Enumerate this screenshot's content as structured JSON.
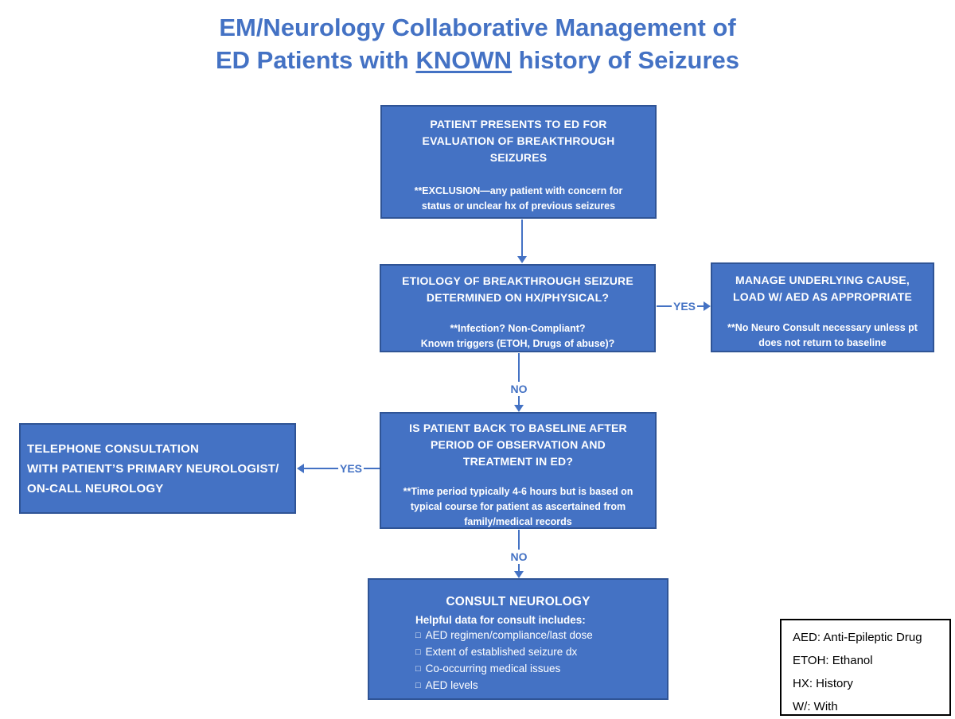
{
  "title": {
    "line1": "EM/Neurology Collaborative Management of",
    "line2_prefix": "ED Patients with ",
    "line2_underline": "KNOWN",
    "line2_suffix": " history of Seizures"
  },
  "boxes": {
    "presentation": {
      "heading": "PATIENT PRESENTS TO ED FOR EVALUATION OF BREAKTHROUGH SEIZURES",
      "note": "**EXCLUSION—any patient with concern for status or unclear hx of previous seizures"
    },
    "etiology": {
      "heading": "ETIOLOGY OF BREAKTHROUGH SEIZURE DETERMINED ON HX/PHYSICAL?",
      "note_line1": "**Infection?  Non-Compliant?",
      "note_line2": "Known triggers (ETOH, Drugs of abuse)?"
    },
    "manage": {
      "heading": "MANAGE UNDERLYING CAUSE, LOAD W/ AED AS APPROPRIATE",
      "note": "**No Neuro Consult necessary unless pt does not return to baseline"
    },
    "baseline": {
      "heading": "IS PATIENT BACK TO BASELINE AFTER PERIOD OF OBSERVATION AND TREATMENT IN ED?",
      "note": "**Time period typically 4-6 hours but is based on typical course for patient as ascertained from family/medical records"
    },
    "telephone": {
      "line1": "TELEPHONE CONSULTATION",
      "line2": "WITH PATIENT’S PRIMARY NEUROLOGIST/",
      "line3": "ON-CALL NEUROLOGY"
    },
    "consult": {
      "heading": "CONSULT NEUROLOGY",
      "subheading": "Helpful data for consult includes:",
      "checkbox_glyph": "□",
      "items": [
        "AED regimen/compliance/last dose",
        "Extent of established seizure dx",
        "Co-occurring medical issues",
        "AED levels"
      ]
    }
  },
  "connectors": {
    "yes_to_manage": "YES",
    "no_to_baseline": "NO",
    "yes_to_telephone": "YES",
    "no_to_consult": "NO"
  },
  "legend": {
    "items": [
      "AED: Anti-Epileptic Drug",
      "ETOH: Ethanol",
      "HX: History",
      "W/: With"
    ]
  },
  "colors": {
    "box_fill": "#4472C4",
    "box_border": "#2F5496",
    "box_text": "#FFFFFF",
    "title_text": "#4472C4",
    "connector": "#4472C4",
    "legend_border": "#000000",
    "legend_text": "#000000",
    "background": "#FFFFFF"
  }
}
